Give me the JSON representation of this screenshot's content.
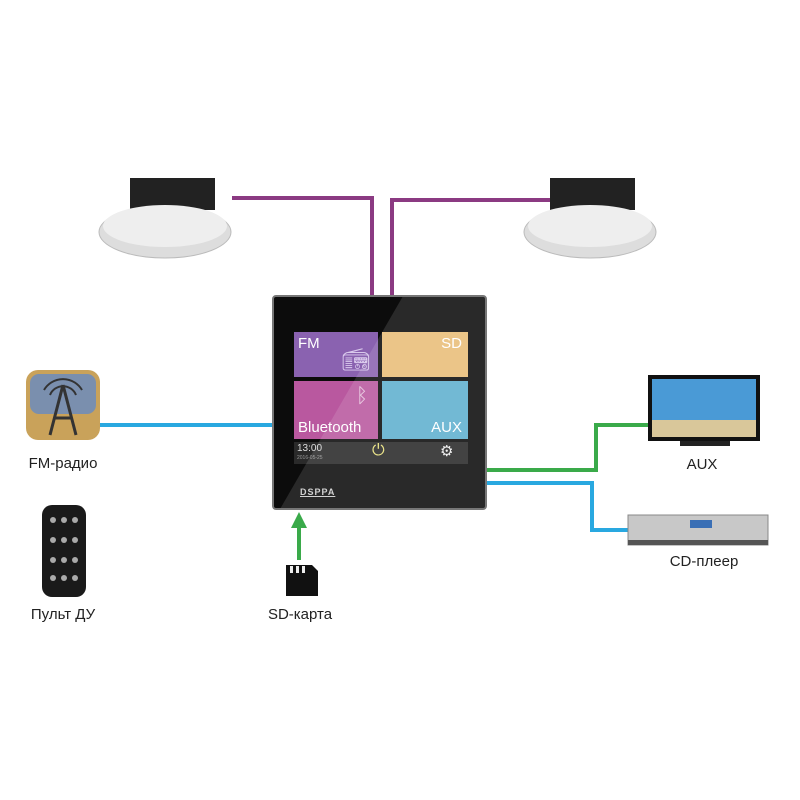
{
  "device": {
    "brand": "DSPPA",
    "tiles": [
      {
        "label": "FM",
        "color": "#8a62b0"
      },
      {
        "label": "SD",
        "color": "#e9bd78"
      },
      {
        "label": "Bluetooth",
        "color": "#b9589f"
      },
      {
        "label": "AUX",
        "color": "#5fb0cf"
      }
    ],
    "time": "13:00",
    "date": "2016-05-25"
  },
  "labels": {
    "fm": "FM-радио",
    "remote": "Пульт ДУ",
    "sd": "SD-карта",
    "aux": "AUX",
    "cd": "CD-плеер"
  },
  "colors": {
    "speaker_line": "#8b3a82",
    "blue_line": "#29a8e0",
    "green_line": "#3aaa4a"
  }
}
